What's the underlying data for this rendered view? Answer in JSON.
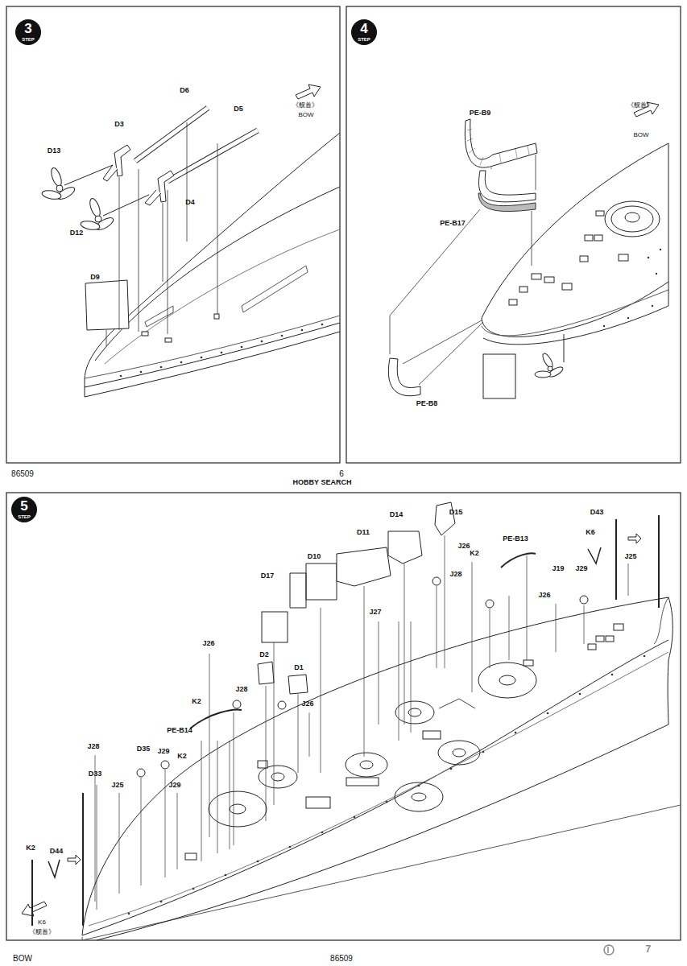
{
  "diagram": {
    "nodes": [
      {
        "text": [
          "3",
          "STEP"
        ]
      },
      {
        "text": [
          "4",
          "STEP"
        ]
      },
      {
        "text": [
          "5",
          "STEP"
        ]
      }
    ],
    "labels": [
      "D6",
      "D5",
      "D3",
      "D13",
      "D4",
      "D12",
      "D9",
      "《舰首》",
      "BOW",
      "PE-B9",
      "PE-B17",
      "PE-B8",
      "《舰首》",
      "BOW",
      "86509",
      "6",
      "D14",
      "D15",
      "D43",
      "K6",
      "PE-B13",
      "D11",
      "J26",
      "K2",
      "J25",
      "D10",
      "J19",
      "J29",
      "J28",
      "J26",
      "J27",
      "D17",
      "J26",
      "D2",
      "D1",
      "J28",
      "J26",
      "K2",
      "PE-B14",
      "J28",
      "D35",
      "J29",
      "K2",
      "J29",
      "D33",
      "J25",
      "K2",
      "D44",
      "K6",
      "《舰首》",
      "BOW",
      "86509",
      "7",
      "HOBBY SEARCH"
    ]
  }
}
